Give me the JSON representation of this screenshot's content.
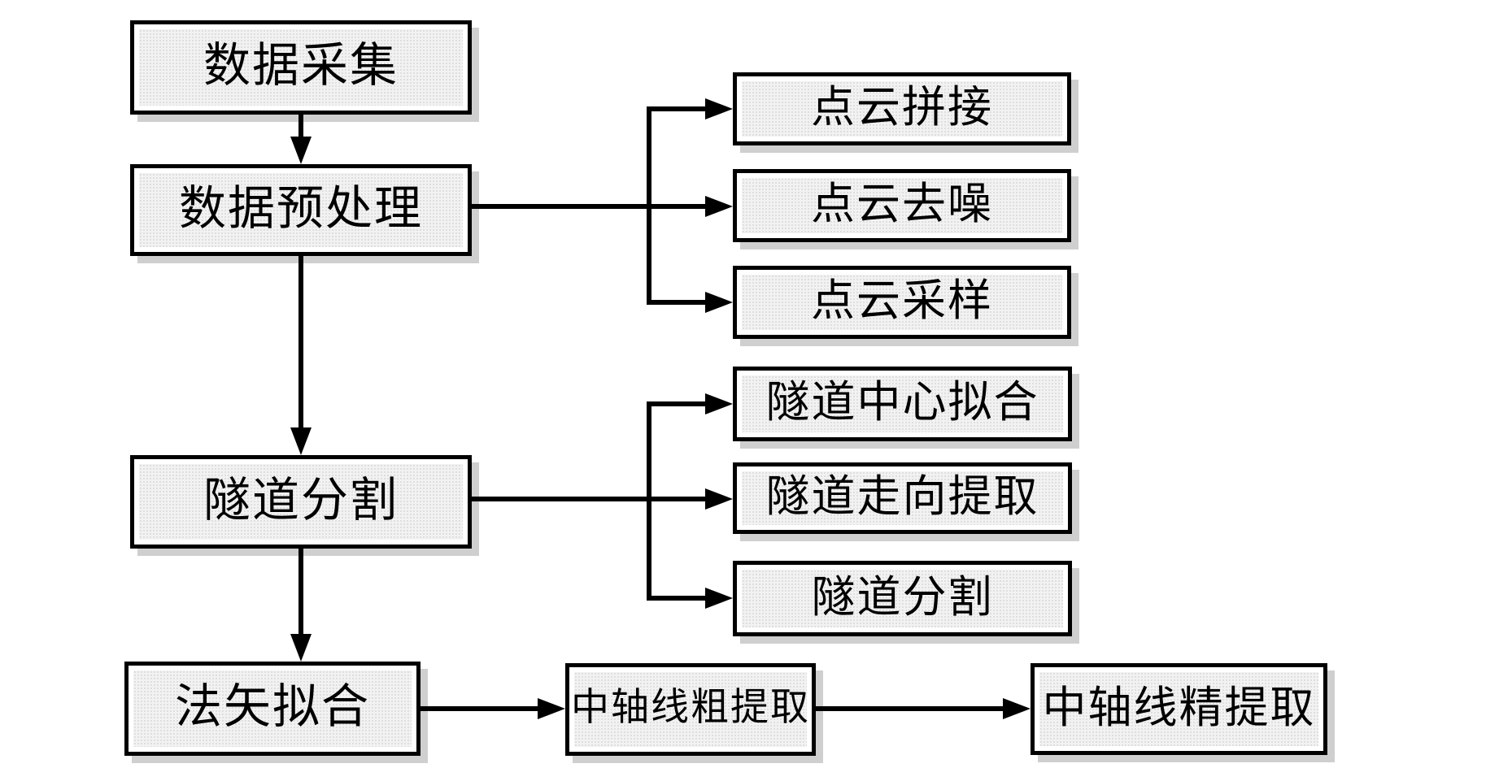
{
  "diagram": {
    "type": "flowchart",
    "language": "zh-CN",
    "colors": {
      "background": "#ffffff",
      "box_border": "#000000",
      "box_fill": "#f2f2f2",
      "box_shadow": "#cfcfcf",
      "text": "#000000",
      "connector": "#000000"
    },
    "nodes": [
      {
        "id": "data-collection",
        "label": "数据采集"
      },
      {
        "id": "data-preprocessing",
        "label": "数据预处理"
      },
      {
        "id": "point-cloud-registration",
        "label": "点云拼接"
      },
      {
        "id": "point-cloud-denoising",
        "label": "点云去噪"
      },
      {
        "id": "point-cloud-sampling",
        "label": "点云采样"
      },
      {
        "id": "tunnel-segmentation",
        "label": "隧道分割"
      },
      {
        "id": "tunnel-center-fitting",
        "label": "隧道中心拟合"
      },
      {
        "id": "tunnel-direction-extraction",
        "label": "隧道走向提取"
      },
      {
        "id": "tunnel-segmentation-sub",
        "label": "隧道分割"
      },
      {
        "id": "normal-vector-fitting",
        "label": "法矢拟合"
      },
      {
        "id": "axis-coarse-extraction",
        "label": "中轴线粗提取"
      },
      {
        "id": "axis-fine-extraction",
        "label": "中轴线精提取"
      }
    ],
    "edges": [
      {
        "from": "数据采集",
        "to": "数据预处理"
      },
      {
        "from": "数据预处理",
        "to": "点云拼接"
      },
      {
        "from": "数据预处理",
        "to": "点云去噪"
      },
      {
        "from": "数据预处理",
        "to": "点云采样"
      },
      {
        "from": "数据预处理",
        "to": "隧道分割"
      },
      {
        "from": "隧道分割",
        "to": "隧道中心拟合"
      },
      {
        "from": "隧道分割",
        "to": "隧道走向提取"
      },
      {
        "from": "隧道分割",
        "to": "隧道分割"
      },
      {
        "from": "隧道分割",
        "to": "法矢拟合"
      },
      {
        "from": "法矢拟合",
        "to": "中轴线粗提取"
      },
      {
        "from": "中轴线粗提取",
        "to": "中轴线精提取"
      }
    ]
  }
}
